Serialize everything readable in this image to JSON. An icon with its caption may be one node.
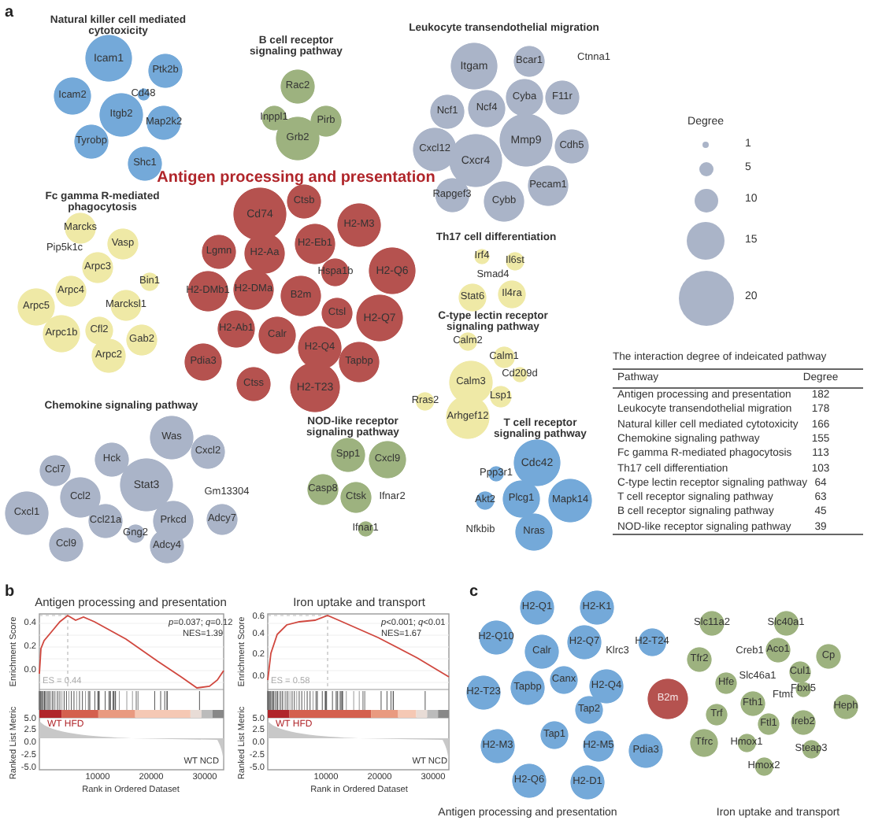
{
  "diagram": {
    "nodes": [
      {
        "text": [
          "Icam1"
        ]
      },
      {
        "text": [
          "Ptk2b"
        ]
      },
      {
        "text": [
          "Cd48"
        ]
      },
      {
        "text": [
          "Icam2"
        ]
      },
      {
        "text": [
          "Itgb2"
        ]
      },
      {
        "text": [
          "Map2k2"
        ]
      },
      {
        "text": [
          "Tyrobp"
        ]
      },
      {
        "text": [
          "Shc1"
        ]
      },
      {
        "text": [
          "Rac2"
        ]
      },
      {
        "text": [
          "Inppl1"
        ]
      },
      {
        "text": [
          "Pirb"
        ]
      },
      {
        "text": [
          "Grb2"
        ]
      },
      {
        "text": [
          "Itgam"
        ]
      },
      {
        "text": [
          "Bcar1"
        ]
      },
      {
        "text": [
          "Ctnna1"
        ]
      },
      {
        "text": [
          "Ncf1"
        ]
      },
      {
        "text": [
          "Ncf4"
        ]
      },
      {
        "text": [
          "Cyba"
        ]
      },
      {
        "text": [
          "F11r"
        ]
      },
      {
        "text": [
          "Mmp9"
        ]
      },
      {
        "text": [
          "Cdh5"
        ]
      },
      {
        "text": [
          "Cxcl12"
        ]
      },
      {
        "text": [
          "Cxcr4"
        ]
      },
      {
        "text": [
          "Rapgef3"
        ]
      },
      {
        "text": [
          "Cybb"
        ]
      },
      {
        "text": [
          "Pecam1"
        ]
      },
      {
        "text": [
          "Marcks"
        ]
      },
      {
        "text": [
          "Vasp"
        ]
      },
      {
        "text": [
          "Pip5k1c"
        ]
      },
      {
        "text": [
          "Arpc3"
        ]
      },
      {
        "text": [
          "Bin1"
        ]
      },
      {
        "text": [
          "Arpc4"
        ]
      },
      {
        "text": [
          "Arpc5"
        ]
      },
      {
        "text": [
          "Marcksl1"
        ]
      },
      {
        "text": [
          "Arpc1b"
        ]
      },
      {
        "text": [
          "Cfl2"
        ]
      },
      {
        "text": [
          "Gab2"
        ]
      },
      {
        "text": [
          "Arpc2"
        ]
      },
      {
        "text": [
          "Cd74"
        ]
      },
      {
        "text": [
          "Ctsb"
        ]
      },
      {
        "text": [
          "Lgmn"
        ]
      },
      {
        "text": [
          "H2-Aa"
        ]
      },
      {
        "text": [
          "H2-Eb1"
        ]
      },
      {
        "text": [
          "H2-M3"
        ]
      },
      {
        "text": [
          "Hspa1b"
        ]
      },
      {
        "text": [
          "H2-Q6"
        ]
      },
      {
        "text": [
          "H2-DMb1"
        ]
      },
      {
        "text": [
          "H2-DMa"
        ]
      },
      {
        "text": [
          "B2m"
        ]
      },
      {
        "text": [
          "Ctsl"
        ]
      },
      {
        "text": [
          "H2-Q7"
        ]
      },
      {
        "text": [
          "H2-Ab1"
        ]
      },
      {
        "text": [
          "Calr"
        ]
      },
      {
        "text": [
          "H2-Q4"
        ]
      },
      {
        "text": [
          "Tapbp"
        ]
      },
      {
        "text": [
          "Pdia3"
        ]
      },
      {
        "text": [
          "Ctss"
        ]
      },
      {
        "text": [
          "H2-T23"
        ]
      },
      {
        "text": [
          "Irf4"
        ]
      },
      {
        "text": [
          "Il6st"
        ]
      },
      {
        "text": [
          "Smad4"
        ]
      },
      {
        "text": [
          "Stat6"
        ]
      },
      {
        "text": [
          "Il4ra"
        ]
      },
      {
        "text": [
          "Calm2"
        ]
      },
      {
        "text": [
          "Calm1"
        ]
      },
      {
        "text": [
          "Cd209d"
        ]
      },
      {
        "text": [
          "Calm3"
        ]
      },
      {
        "text": [
          "Lsp1"
        ]
      },
      {
        "text": [
          "Rras2"
        ]
      },
      {
        "text": [
          "Arhgef12"
        ]
      },
      {
        "text": [
          "Was"
        ]
      },
      {
        "text": [
          "Cxcl2"
        ]
      },
      {
        "text": [
          "Hck"
        ]
      },
      {
        "text": [
          "Ccl7"
        ]
      },
      {
        "text": [
          "Ccl2"
        ]
      },
      {
        "text": [
          "Stat3"
        ]
      },
      {
        "text": [
          "Gm13304"
        ]
      },
      {
        "text": [
          "Cxcl1"
        ]
      },
      {
        "text": [
          "Ccl21a"
        ]
      },
      {
        "text": [
          "Prkcd"
        ]
      },
      {
        "text": [
          "Adcy7"
        ]
      },
      {
        "text": [
          "Gng2"
        ]
      },
      {
        "text": [
          "Ccl9"
        ]
      },
      {
        "text": [
          "Adcy4"
        ]
      },
      {
        "text": [
          "Spp1"
        ]
      },
      {
        "text": [
          "Cxcl9"
        ]
      },
      {
        "text": [
          "Casp8"
        ]
      },
      {
        "text": [
          "Ctsk"
        ]
      },
      {
        "text": [
          "Ifnar2"
        ]
      },
      {
        "text": [
          "Ifnar1"
        ]
      },
      {
        "text": [
          "Ppp3r1"
        ]
      },
      {
        "text": [
          "Cdc42"
        ]
      },
      {
        "text": [
          "Akt2"
        ]
      },
      {
        "text": [
          "Plcg1"
        ]
      },
      {
        "text": [
          "Mapk14"
        ]
      },
      {
        "text": [
          "Nfkbib"
        ]
      },
      {
        "text": [
          "Nras"
        ]
      },
      {
        "text": [
          "H2-Q1"
        ]
      },
      {
        "text": [
          "H2-K1"
        ]
      },
      {
        "text": [
          "H2-Q10"
        ]
      },
      {
        "text": [
          "Calr"
        ]
      },
      {
        "text": [
          "H2-Q7"
        ]
      },
      {
        "text": [
          "Klrc3"
        ]
      },
      {
        "text": [
          "H2-T24"
        ]
      },
      {
        "text": [
          "H2-T23"
        ]
      },
      {
        "text": [
          "Tapbp"
        ]
      },
      {
        "text": [
          "Canx"
        ]
      },
      {
        "text": [
          "H2-Q4"
        ]
      },
      {
        "text": [
          "Tap2"
        ]
      },
      {
        "text": [
          "B2m"
        ]
      },
      {
        "text": [
          "H2-M3"
        ]
      },
      {
        "text": [
          "Tap1"
        ]
      },
      {
        "text": [
          "H2-M5"
        ]
      },
      {
        "text": [
          "Pdia3"
        ]
      },
      {
        "text": [
          "H2-Q6"
        ]
      },
      {
        "text": [
          "H2-D1"
        ]
      },
      {
        "text": [
          "Slc11a2"
        ]
      },
      {
        "text": [
          "Slc40a1"
        ]
      },
      {
        "text": [
          "Tfr2"
        ]
      },
      {
        "text": [
          "Creb1"
        ]
      },
      {
        "text": [
          "Aco1"
        ]
      },
      {
        "text": [
          "Cp"
        ]
      },
      {
        "text": [
          "Cul1"
        ]
      },
      {
        "text": [
          "Hfe"
        ]
      },
      {
        "text": [
          "Slc46a1"
        ]
      },
      {
        "text": [
          "Fbxl5"
        ]
      },
      {
        "text": [
          "Ftmt"
        ]
      },
      {
        "text": [
          "Fth1"
        ]
      },
      {
        "text": [
          "Heph"
        ]
      },
      {
        "text": [
          "Trf"
        ]
      },
      {
        "text": [
          "Ftl1"
        ]
      },
      {
        "text": [
          "Ireb2"
        ]
      },
      {
        "text": [
          "Tfrc"
        ]
      },
      {
        "text": [
          "Hmox1"
        ]
      },
      {
        "text": [
          "Steap3"
        ]
      },
      {
        "text": [
          "Hmox2"
        ]
      }
    ],
    "edges": [],
    "labels": [
      "a",
      "Natural killer cell mediated cytotoxicity",
      "B cell receptor signaling pathway",
      "Leukocyte transendothelial migration",
      "Antigen processing and presentation",
      "Fc gamma R-mediated phagocytosis",
      "Th17 cell differentiation",
      "C-type lectin receptor signaling pathway",
      "Chemokine signaling pathway",
      "NOD-like receptor signaling pathway",
      "T cell receptor signaling pathway",
      "Degree",
      "The interaction degree of indeicated pathway",
      "Pathway",
      "Degree",
      "Antigen processing and presentation",
      "182",
      "Leukocyte transendothelial migration",
      "178",
      "Natural killer cell mediated cytotoxicity",
      "166",
      "Chemokine signaling pathway",
      "155",
      "Fc gamma R-mediated phagocytosis",
      "113",
      "Th17 cell differentiation",
      "103",
      "C-type lectin receptor signaling pathway",
      "64",
      "T cell receptor signaling pathway",
      "63",
      "B cell receptor signaling pathway",
      "45",
      "NOD-like receptor signaling pathway",
      "39",
      "b",
      "Antigen processing and presentation",
      "Enrichment Score",
      "0.4",
      "0.2",
      "0.0",
      "*p*=0.037; *q*=0.12",
      "NES=1.39",
      "ES = 0.44",
      "WT HFD",
      "Ranked List Metric",
      "5.0",
      "2.5",
      "0.0",
      "-2.5",
      "-5.0",
      "WT NCD",
      "10000",
      "20000",
      "30000",
      "Rank in Ordered Dataset",
      "Iron uptake and transport",
      "Enrichment Score",
      "0.6",
      "0.4",
      "0.2",
      "0.0",
      "*p*<0.001; *q*<0.01",
      "NES=1.67",
      "ES = 0.58",
      "WT HFD",
      "Ranked List Metric",
      "5.0",
      "2.5",
      "0.0",
      "-2.5",
      "-5.0",
      "WT NCD",
      "10000",
      "20000",
      "30000",
      "Rank in Ordered Dataset",
      "c",
      "Antigen processing and presentation",
      "Iron uptake and transport"
    ],
    "legend": [
      {
        "text": "1"
      },
      {
        "text": "5"
      },
      {
        "text": "10"
      },
      {
        "text": "15"
      },
      {
        "text": "20"
      }
    ]
  }
}
